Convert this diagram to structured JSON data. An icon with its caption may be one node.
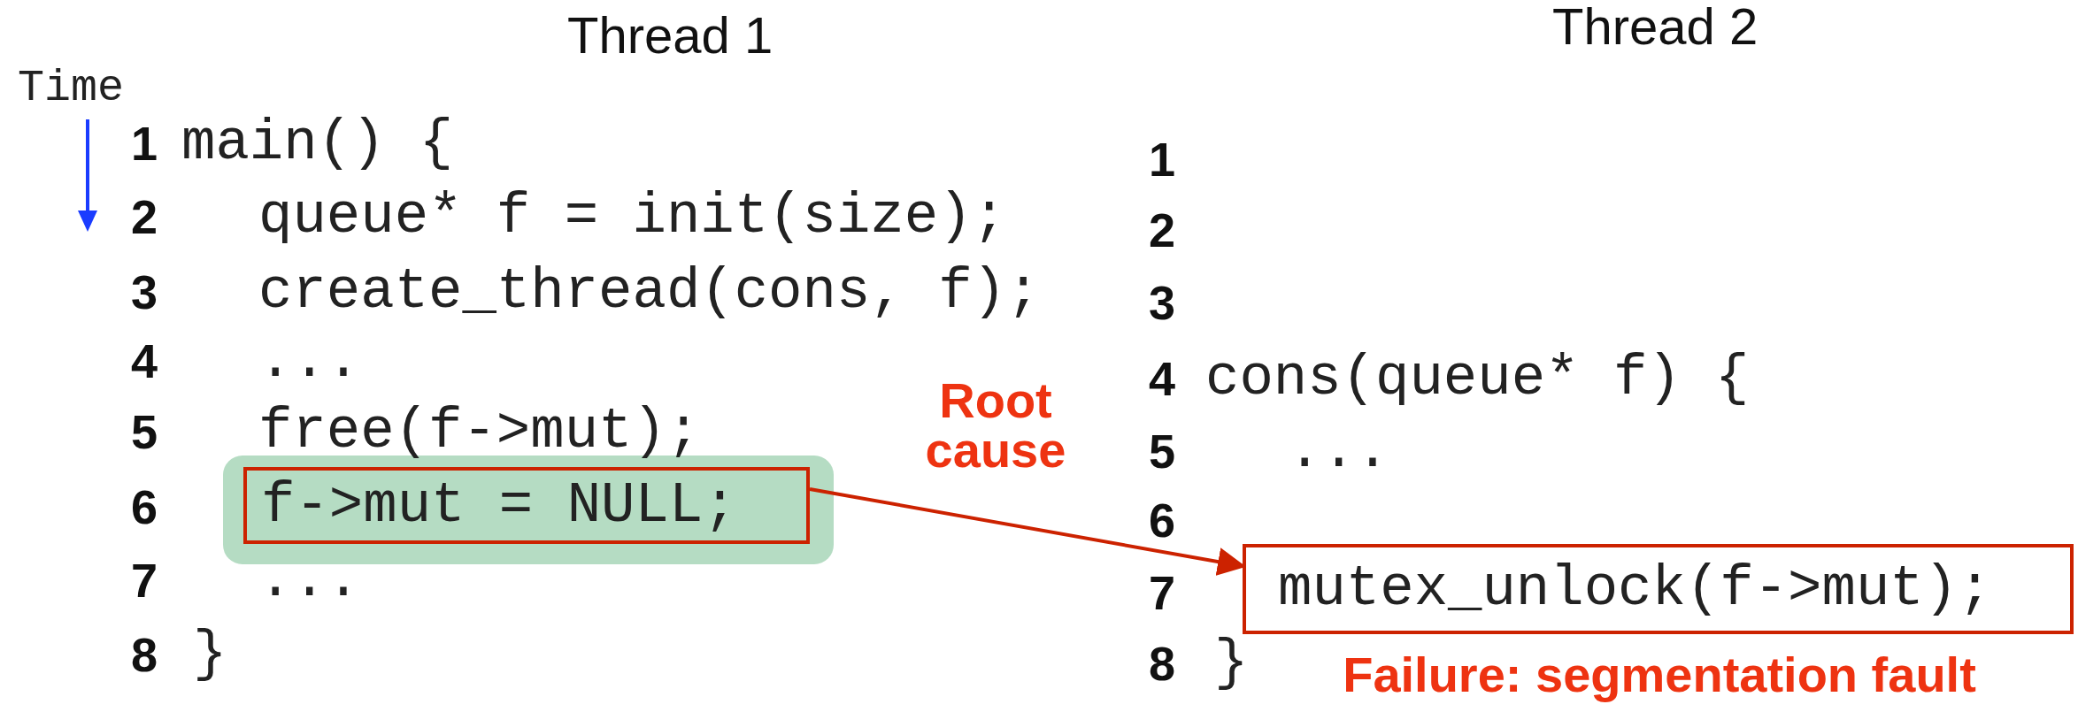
{
  "diagram": {
    "nodes": [
      {
        "text": [
          "f->mut = NULL;"
        ],
        "beside": [
          "Root cause"
        ]
      },
      {
        "text": [
          "mutex_unlock(f->mut);"
        ],
        "beside": [
          "Failure: segmentation fault"
        ]
      }
    ],
    "edges": [
      {
        "from": 0,
        "to": 1,
        "arrow": "to",
        "color": "#cc2200"
      }
    ],
    "labels": [
      "Thread 1",
      "Thread 2",
      "Time",
      "1",
      "main() {",
      "2",
      "queue* f = init(size);",
      "3",
      "create_thread(cons, f);",
      "4",
      "...",
      "5",
      "free(f->mut);",
      "6",
      "7",
      "...",
      "8",
      "}",
      "1",
      "2",
      "3",
      "4",
      "cons(queue* f) {",
      "5",
      "...",
      "6",
      "7",
      "8",
      "}"
    ]
  }
}
